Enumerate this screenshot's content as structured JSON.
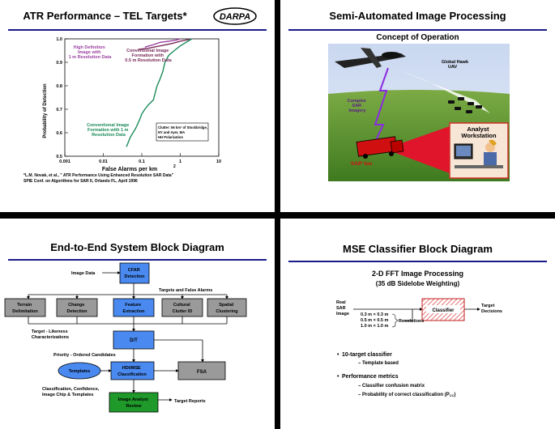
{
  "slide1": {
    "title": "ATR Performance – TEL Targets*",
    "logo_text": "DARPA",
    "chart_data": {
      "type": "line",
      "xlabel": "False Alarms per km",
      "xlabel_sup": "2",
      "ylabel": "Probability of Detection",
      "x_ticks": [
        "0.001",
        "0.01",
        "0.1",
        "1",
        "10"
      ],
      "y_ticks": [
        "0.5",
        "0.6",
        "0.7",
        "0.8",
        "0.9",
        "1.0"
      ],
      "xscale": "log",
      "xlim": [
        0.001,
        10
      ],
      "ylim": [
        0.5,
        1.0
      ],
      "series": [
        {
          "name": "High Definition Image with 1 m Resolution Data",
          "color": "#9b3fa0",
          "x": [
            0.12,
            0.2,
            0.3,
            0.5,
            0.8,
            1.0
          ],
          "y": [
            0.965,
            0.975,
            0.985,
            0.99,
            0.995,
            1.0
          ]
        },
        {
          "name": "Conventional Image Formation with 0.5 m Resolution Data",
          "color": "#7a2a5a",
          "x": [
            0.08,
            0.15,
            0.3,
            0.6,
            1.0,
            2.0
          ],
          "y": [
            0.955,
            0.96,
            0.97,
            0.98,
            0.99,
            1.0
          ]
        },
        {
          "name": "Conventional Image Formation with 1 m Resolution Data",
          "color": "#1a8a5a",
          "x": [
            0.04,
            0.05,
            0.07,
            0.09,
            0.1,
            0.12,
            0.15,
            0.2,
            0.25,
            0.3,
            0.35,
            0.4,
            0.5,
            0.7,
            1.0,
            2.0
          ],
          "y": [
            0.54,
            0.58,
            0.62,
            0.66,
            0.68,
            0.7,
            0.72,
            0.74,
            0.8,
            0.83,
            0.86,
            0.9,
            0.93,
            0.95,
            0.97,
            1.0
          ]
        }
      ]
    },
    "label_hd": [
      "High Definition",
      "Image with",
      "1 m Resolution Data"
    ],
    "label_conv05": [
      "Conventional Image",
      "Formation with",
      "0.5 m Resolution Data"
    ],
    "label_conv1": [
      "Conventional Image",
      "Formation with 1 m",
      "Resolution Data"
    ],
    "clutter_note": [
      "Clutter: 56 km² of Stockbridge,",
      "NY and Ayer, MA",
      "HH Polarization"
    ],
    "footnote1": "*L.M. Novak, et al., \" ATR Performance Using Enhanced Resolution SAR Data\"",
    "footnote2": "SPIE Conf. on Algorithms for SAR II, Orlando FL, April 1996"
  },
  "slide2": {
    "title": "Semi-Automated Image Processing",
    "subtitle": "Concept of Operation",
    "uav_label": [
      "Global Hawk",
      "UAV"
    ],
    "sar_label": [
      "Complex",
      "SAR",
      "Imagery"
    ],
    "van_label": "SAIP Van",
    "workstation_label": [
      "Analyst",
      "Workstation"
    ]
  },
  "slide3": {
    "title": "End-to-End System Block Diagram",
    "image_data": "Image Data",
    "cfar": [
      "CFAR",
      "Detection"
    ],
    "targets_fa": "Targets and False Alarms",
    "terrain": [
      "Terrain",
      "Delimitation"
    ],
    "change": [
      "Change",
      "Detection"
    ],
    "feature": [
      "Feature",
      "Extraction"
    ],
    "cultural": [
      "Cultural",
      "Clutter ID"
    ],
    "spatial": [
      "Spatial",
      "Clustering"
    ],
    "likeness": [
      "Target - Likeness",
      "Characterizations"
    ],
    "dt": "D/T",
    "priority": "Priority - Ordered Candidates",
    "templates": "Templates",
    "hdi": [
      "HDI/MSE",
      "Classification"
    ],
    "fsa": "FSA",
    "class_conf": [
      "Classification, Confidence,",
      "Image Chip & Templates"
    ],
    "review": [
      "Image Analyst",
      "Review"
    ],
    "reports": "Target Reports"
  },
  "slide4": {
    "title": "MSE Classifier Block Diagram",
    "heading1": "2-D FFT Image Processing",
    "heading2": "(35 dB Sidelobe Weighting)",
    "real_sar": [
      "Real",
      "SAR",
      "Image"
    ],
    "classifier": "Classifier",
    "target_decisions": [
      "Target",
      "Decisions"
    ],
    "resolutions": [
      "0.3 m × 0.3 m",
      "0.5 m × 0.5 m",
      "1.0 m × 1.0 m"
    ],
    "resolutions_label": "Resolutions",
    "bullet1": "10-target classifier",
    "bullet1_sub": "– Template based",
    "bullet2": "Performance metrics",
    "bullet2_sub1": "– Classifier confusion matrix",
    "bullet2_sub2": "– Probability of correct classification (P",
    "bullet2_sub2_sub": "CC",
    "bullet2_sub2_end": ")"
  }
}
